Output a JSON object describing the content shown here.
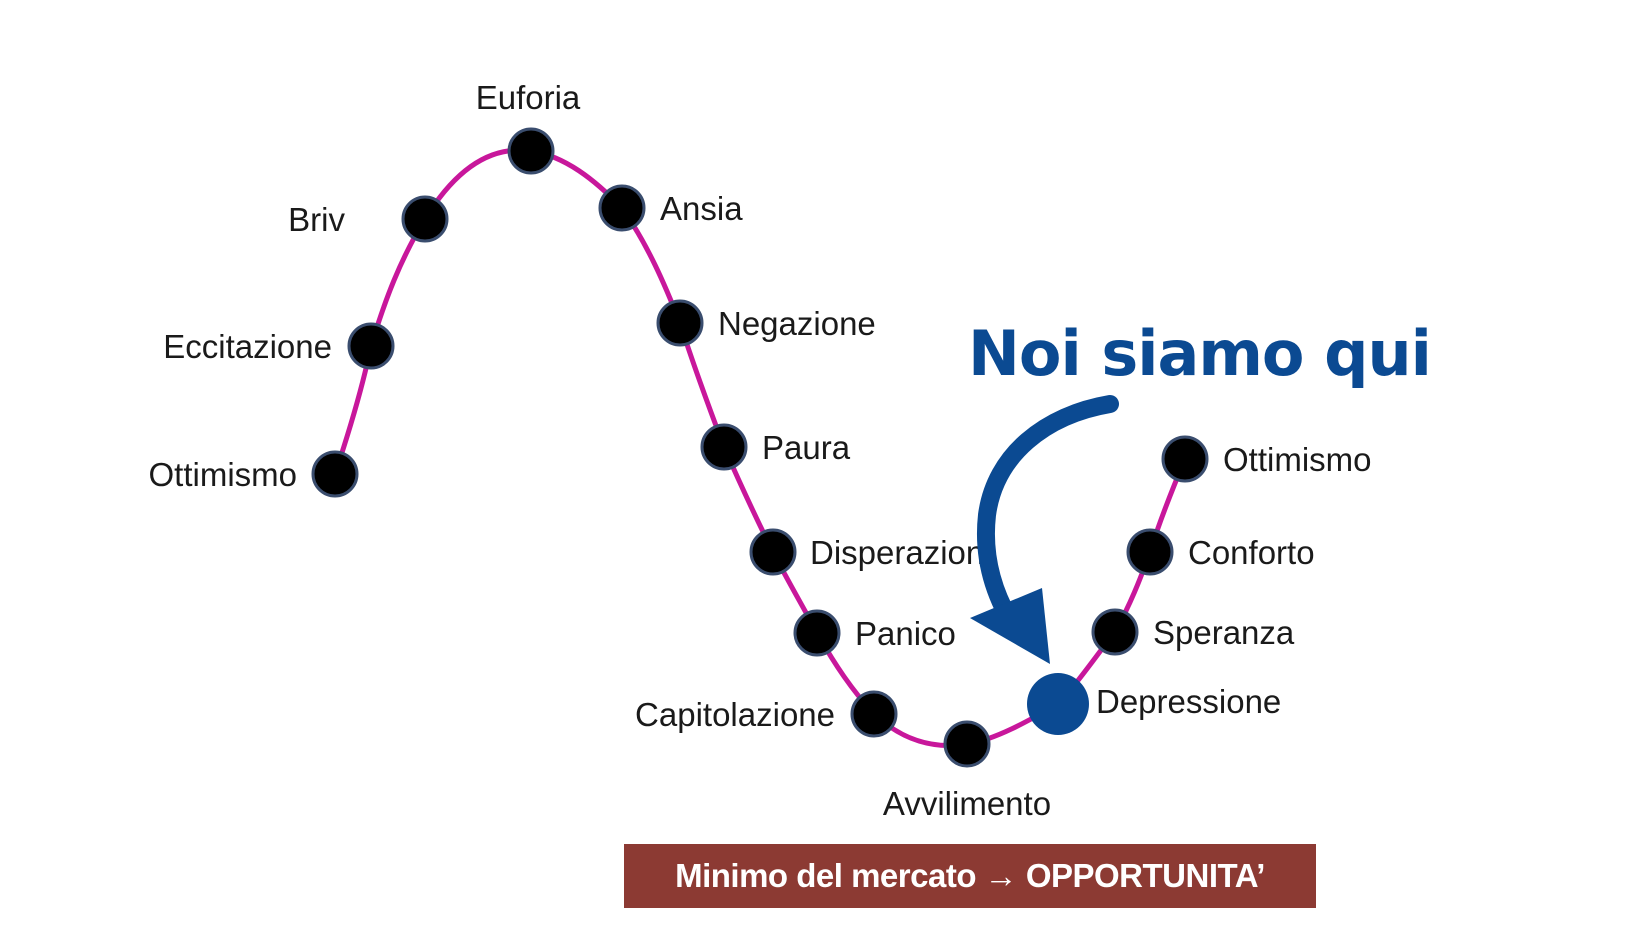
{
  "colors": {
    "curve": "#c8179b",
    "marker": "#000000",
    "marker_outline": "#3a4d6e",
    "highlight": "#0b4a92",
    "banner_bg": "#8c3a33"
  },
  "stages": [
    {
      "id": "ottimismo-start",
      "label": "Ottimismo"
    },
    {
      "id": "eccitazione",
      "label": "Eccitazione"
    },
    {
      "id": "brivido",
      "label": "Briv"
    },
    {
      "id": "euforia",
      "label": "Euforia"
    },
    {
      "id": "ansia",
      "label": "Ansia"
    },
    {
      "id": "negazione",
      "label": "Negazione"
    },
    {
      "id": "paura",
      "label": "Paura"
    },
    {
      "id": "disperazione",
      "label": "Disperazion"
    },
    {
      "id": "panico",
      "label": "Panico"
    },
    {
      "id": "capitolazione",
      "label": "Capitolazione"
    },
    {
      "id": "avvilimento",
      "label": "Avvilimento"
    },
    {
      "id": "depressione",
      "label": "Depressione",
      "highlight": true
    },
    {
      "id": "speranza",
      "label": "Speranza"
    },
    {
      "id": "conforto",
      "label": "Conforto"
    },
    {
      "id": "ottimismo-end",
      "label": "Ottimismo"
    }
  ],
  "callout": {
    "text": "Noi siamo qui"
  },
  "banner": {
    "text": "Minimo del mercato → OPPORTUNITA’"
  }
}
